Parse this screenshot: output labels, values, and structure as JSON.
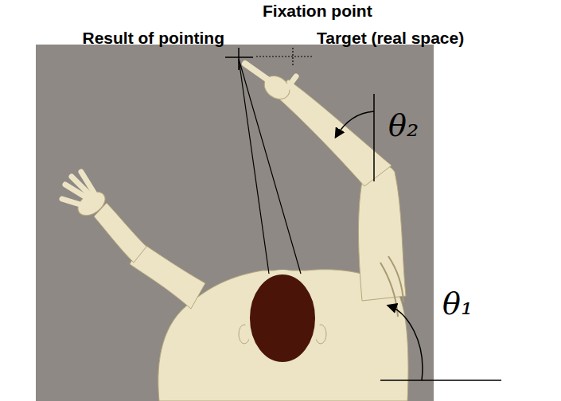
{
  "diagram": {
    "labels": [
      "Fixation point",
      "Result of pointing",
      "Target (real space)",
      "θ₂",
      "θ₁"
    ]
  }
}
